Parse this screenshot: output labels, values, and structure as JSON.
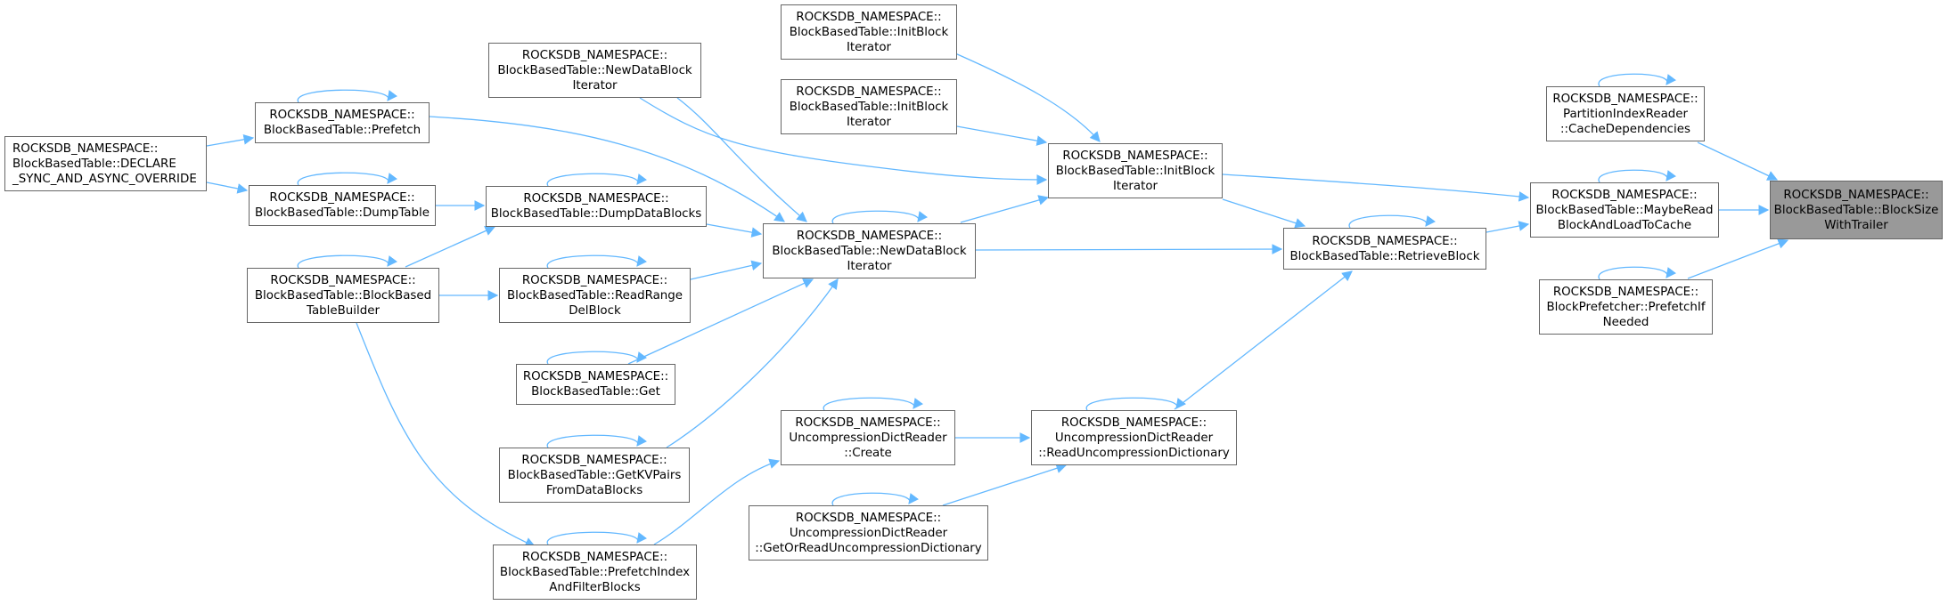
{
  "diagram": {
    "edge_color": "#63b8ff",
    "focus_fill": "#999999",
    "nodes": [
      {
        "id": "n1",
        "lines": [
          "ROCKSDB_NAMESPACE::",
          "BlockBasedTable::BlockSize",
          "WithTrailer"
        ],
        "focus": true
      },
      {
        "id": "n2",
        "lines": [
          "ROCKSDB_NAMESPACE::",
          "PartitionIndexReader",
          "::CacheDependencies"
        ]
      },
      {
        "id": "n3",
        "lines": [
          "ROCKSDB_NAMESPACE::",
          "BlockBasedTable::MaybeRead",
          "BlockAndLoadToCache"
        ]
      },
      {
        "id": "n4",
        "lines": [
          "ROCKSDB_NAMESPACE::",
          "BlockPrefetcher::PrefetchIf",
          "Needed"
        ]
      },
      {
        "id": "n5",
        "lines": [
          "ROCKSDB_NAMESPACE::",
          "BlockBasedTable::InitBlock",
          "Iterator"
        ]
      },
      {
        "id": "n6",
        "lines": [
          "ROCKSDB_NAMESPACE::",
          "BlockBasedTable::RetrieveBlock"
        ]
      },
      {
        "id": "n7",
        "lines": [
          "ROCKSDB_NAMESPACE::",
          "BlockBasedTable::InitBlock",
          "Iterator"
        ]
      },
      {
        "id": "n8",
        "lines": [
          "ROCKSDB_NAMESPACE::",
          "BlockBasedTable::InitBlock",
          "Iterator"
        ]
      },
      {
        "id": "n9",
        "lines": [
          "ROCKSDB_NAMESPACE::",
          "BlockBasedTable::NewDataBlock",
          "Iterator"
        ]
      },
      {
        "id": "n10",
        "lines": [
          "ROCKSDB_NAMESPACE::",
          "BlockBasedTable::NewDataBlock",
          "Iterator"
        ]
      },
      {
        "id": "n11",
        "lines": [
          "ROCKSDB_NAMESPACE::",
          "UncompressionDictReader",
          "::ReadUncompressionDictionary"
        ]
      },
      {
        "id": "n12",
        "lines": [
          "ROCKSDB_NAMESPACE::",
          "UncompressionDictReader",
          "::Create"
        ]
      },
      {
        "id": "n13",
        "lines": [
          "ROCKSDB_NAMESPACE::",
          "UncompressionDictReader",
          "::GetOrReadUncompressionDictionary"
        ]
      },
      {
        "id": "n14",
        "lines": [
          "ROCKSDB_NAMESPACE::",
          "BlockBasedTable::DumpDataBlocks"
        ]
      },
      {
        "id": "n15",
        "lines": [
          "ROCKSDB_NAMESPACE::",
          "BlockBasedTable::ReadRange",
          "DelBlock"
        ]
      },
      {
        "id": "n16",
        "lines": [
          "ROCKSDB_NAMESPACE::",
          "BlockBasedTable::Get"
        ]
      },
      {
        "id": "n17",
        "lines": [
          "ROCKSDB_NAMESPACE::",
          "BlockBasedTable::GetKVPairs",
          "FromDataBlocks"
        ]
      },
      {
        "id": "n18",
        "lines": [
          "ROCKSDB_NAMESPACE::",
          "BlockBasedTable::PrefetchIndex",
          "AndFilterBlocks"
        ]
      },
      {
        "id": "n19",
        "lines": [
          "ROCKSDB_NAMESPACE::",
          "BlockBasedTable::Prefetch"
        ]
      },
      {
        "id": "n20",
        "lines": [
          "ROCKSDB_NAMESPACE::",
          "BlockBasedTable::DumpTable"
        ]
      },
      {
        "id": "n21",
        "lines": [
          "ROCKSDB_NAMESPACE::",
          "BlockBasedTable::BlockBased",
          "TableBuilder"
        ]
      },
      {
        "id": "n22",
        "lines": [
          "ROCKSDB_NAMESPACE::",
          "BlockBasedTable::DECLARE",
          "_SYNC_AND_ASYNC_OVERRIDE"
        ]
      }
    ]
  }
}
